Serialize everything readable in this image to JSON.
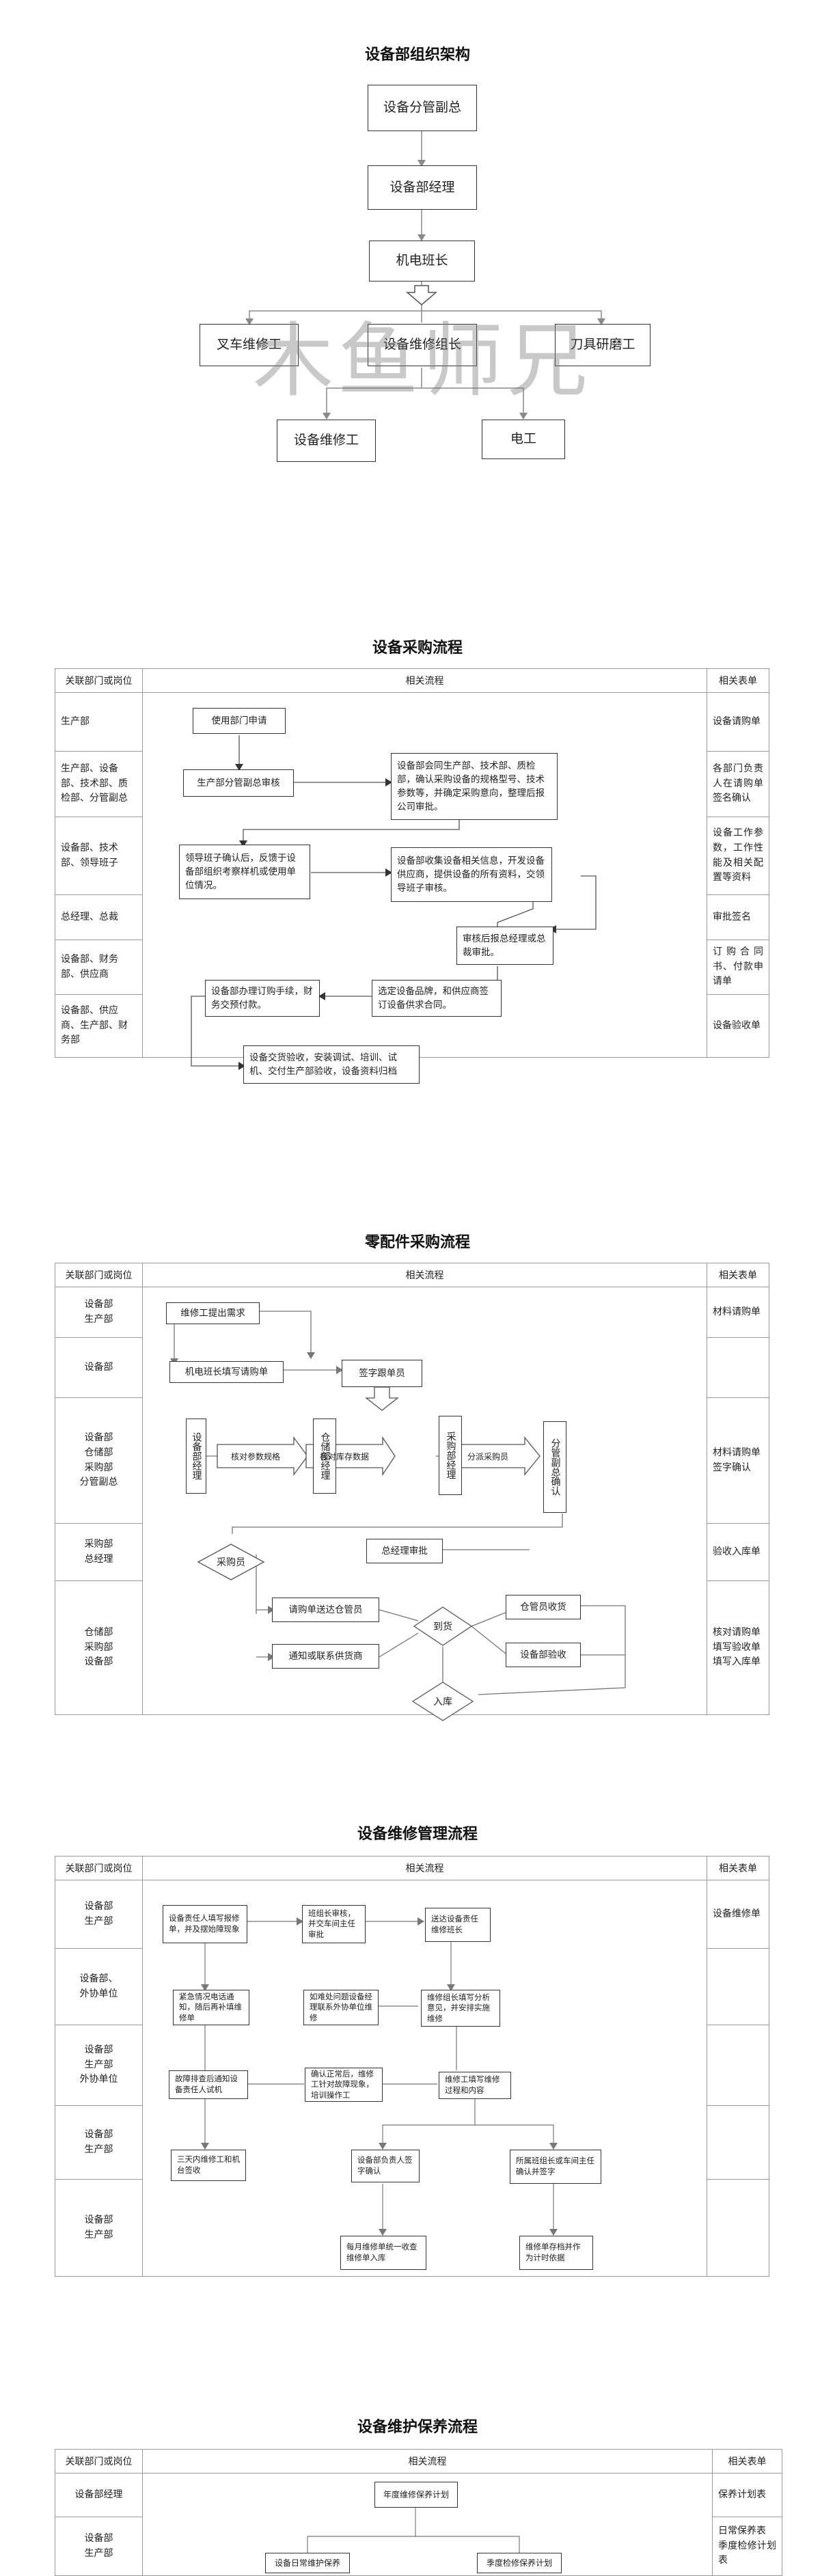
{
  "org": {
    "title": "设备部组织架构",
    "nodes": {
      "vp": "设备分管副总",
      "manager": "设备部经理",
      "leader": "机电班长",
      "forklift": "叉车维修工",
      "team_leader": "设备维修组长",
      "tool": "刀具研磨工",
      "repair": "设备维修工",
      "electric": "电工"
    },
    "watermark": "木鱼师兄"
  },
  "purchase": {
    "title": "设备采购流程",
    "headers": [
      "关联部门或岗位",
      "相关流程",
      "相关表单"
    ],
    "depts": [
      "生产部",
      "生产部、设备部、技术部、质检部、分管副总",
      "设备部、技术部、领导班子",
      "总经理、总裁",
      "设备部、财务部、供应商",
      "设备部、供应商、生产部、财务部"
    ],
    "forms": [
      "设备请购单",
      "各部门负责人在请购单签名确认",
      "设备工作参数，工作性能及相关配置等资料",
      "审批签名",
      "订购合同书、付款申请单",
      "设备验收单"
    ],
    "boxes": {
      "apply": "使用部门申请",
      "vp_review": "生产部分管副总审核",
      "meeting": "设备部会同生产部、技术部、质检部，确认采购设备的规格型号、技术参数等，并确定采购意向，整理后报公司审批。",
      "leaders": "领导班子确认后，反馈于设备部组织考察样机或使用单位情况。",
      "collect": "设备部收集设备相关信息，开发设备供应商，提供设备的所有资料，交领导班子审核。",
      "gm": "审核后报总经理或总裁审批。",
      "select": "选定设备品牌，和供应商签订设备供求合同。",
      "order": "设备部办理订购手续，财务交预付款。",
      "accept": "设备交货验收，安装调试、培训、试机、交付生产部验收，设备资料归档"
    }
  },
  "parts": {
    "title": "零配件采购流程",
    "headers": [
      "关联部门或岗位",
      "相关流程",
      "相关表单"
    ],
    "depts": [
      "设备部\n生产部",
      "设备部",
      "设备部\n仓储部\n采购部\n分管副总",
      "采购部\n总经理",
      "仓储部\n采购部\n设备部"
    ],
    "forms": [
      "材料请购单",
      "",
      "材料请购单\n签字确认",
      "验收入库单",
      "核对请购单\n填写验收单\n填写入库单"
    ],
    "boxes": {
      "need": "维修工提出需求",
      "fill": "机电班长填写请购单",
      "sign": "签字跟单员",
      "mgr": "设备部经理",
      "stock": "仓储部经理",
      "buy": "采购部经理",
      "vp": "分管副总确认",
      "param": "核对参数规格",
      "inv": "核对库存数据",
      "split": "分派采购员",
      "buyer": "采购员",
      "gm": "总经理审批",
      "notify_store": "请购单送达仓管员",
      "notify": "通知或联系供货商",
      "arrive": "到货",
      "keeper": "仓管员收货",
      "check": "设备部验收",
      "store_in": "入库"
    }
  },
  "maint": {
    "title": "设备维修管理流程",
    "headers": [
      "关联部门或岗位",
      "相关流程",
      "相关表单"
    ],
    "depts": [
      "设备部\n生产部",
      "设备部、\n外协单位",
      "设备部\n生产部\n外协单位",
      "设备部\n生产部",
      "设备部\n生产部"
    ],
    "forms": [
      "设备维修单",
      "",
      "",
      "",
      ""
    ],
    "boxes": {
      "b1": "设备责任人填写报修单，并及摆始障现象",
      "b2": "班组长审核，并交车间主任审批",
      "b3": "送达设备责任维修班长",
      "b4": "紧急情况电话通知，随后再补填维修单",
      "b5": "如难处问题设备经理联系外协单位维修",
      "b6": "维修组长填写分析意见，并安排实施维修",
      "b7": "故障排查后通知设备责任人试机",
      "b8": "确认正常后，维修工针对故障现象，培训操作工",
      "b9": "维修工填写维修过程和内容",
      "b10": "三天内维修工和机台签收",
      "b11": "设备部负责人签字确认",
      "b12": "所属班组长或车间主任确认并签字",
      "b13": "每月维修单统一收查维修单入库",
      "b14": "维修单存档并作为计时依据"
    }
  },
  "care": {
    "title": "设备维护保养流程",
    "headers": [
      "关联部门或岗位",
      "相关流程",
      "相关表单"
    ],
    "depts": [
      "设备部经理",
      "设备部\n生产部"
    ],
    "forms": [
      "保养计划表",
      "日常保养表\n季度检修计划表"
    ],
    "boxes": {
      "plan": "年度维修保养计划",
      "daily": "设备日常维护保养",
      "season": "季度检修保养计划"
    }
  }
}
